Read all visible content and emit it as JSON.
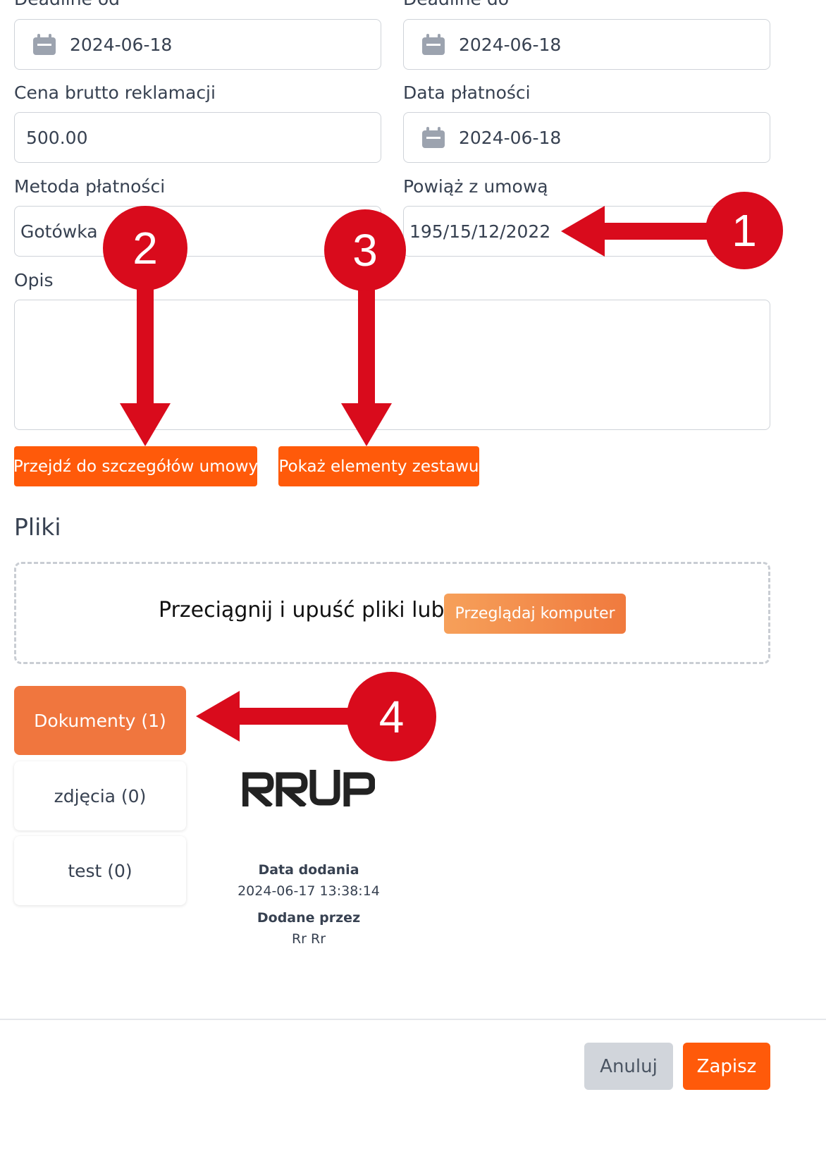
{
  "form": {
    "deadline_from": {
      "label": "Deadline od",
      "value": "2024-06-18"
    },
    "deadline_to": {
      "label": "Deadline do",
      "value": "2024-06-18"
    },
    "gross_price": {
      "label": "Cena brutto reklamacji",
      "value": "500.00"
    },
    "payment_date": {
      "label": "Data płatności",
      "value": "2024-06-18"
    },
    "payment_method": {
      "label": "Metoda płatności",
      "value": "Gotówka"
    },
    "contract_link": {
      "label": "Powiąż z umową",
      "value": "195/15/12/2022"
    },
    "description": {
      "label": "Opis",
      "value": ""
    }
  },
  "actions": {
    "contract_details": "Przejdź do szczegółów umowy",
    "show_set_items": "Pokaż elementy zestawu"
  },
  "files": {
    "title": "Pliki",
    "dropzone_text": "Przeciągnij i upuść pliki lub",
    "browse_label": "Przeglądaj komputer",
    "tabs": [
      {
        "label": "Dokumenty (1)",
        "active": true
      },
      {
        "label": "zdjęcia (0)",
        "active": false
      },
      {
        "label": "test (0)",
        "active": false
      }
    ],
    "document": {
      "logo_text": "RRUP",
      "date_added_label": "Data dodania",
      "date_added": "2024-06-17 13:38:14",
      "added_by_label": "Dodane przez",
      "added_by": "Rr Rr"
    }
  },
  "footer": {
    "cancel": "Anuluj",
    "save": "Zapisz"
  },
  "annotations": {
    "badges": [
      "1",
      "2",
      "3",
      "4"
    ],
    "color": "#d90b1c"
  },
  "colors": {
    "accent": "#ff5a0a",
    "tab_active": "#f0763e",
    "annotation": "#d90b1c"
  }
}
